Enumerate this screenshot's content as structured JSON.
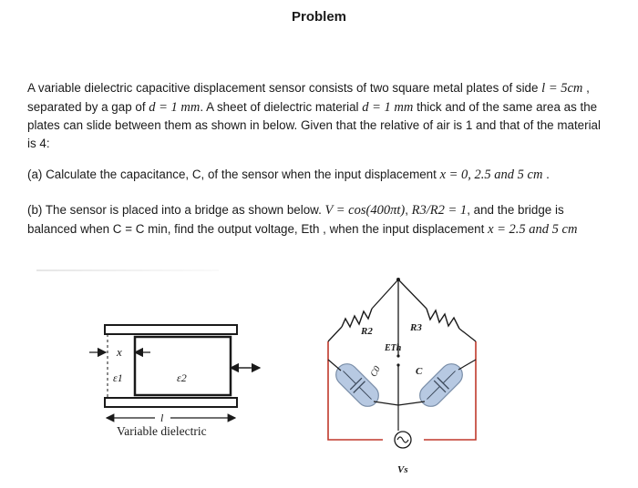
{
  "title": "Problem",
  "intro": {
    "t1": "A variable dielectric capacitive displacement sensor consists of two square metal plates of side ",
    "l_eq": "l = 5cm",
    "t2": " , separated by a gap of ",
    "d_eq1": "d = 1 mm",
    "t3": ". A sheet of dielectric material ",
    "d_eq2": "d = 1 mm",
    "t4": " thick and of the same area as the plates can slide between them as shown in below. Given that the relative of air is 1 and that of the material is 4:"
  },
  "part_a": {
    "t1": "(a) Calculate the capacitance, C, of the sensor when the input displacement ",
    "x_eq": "x = 0, 2.5 and 5 cm",
    "t2": " ."
  },
  "part_b": {
    "t1": "(b) The sensor is placed into a bridge as shown below. ",
    "v_eq": "V = cos(400πt)",
    "t2": ", ",
    "r_eq": "R3/R2 = 1",
    "t3": ", and the bridge is balanced when C = C min, find the output voltage, Eth , when the input displacement ",
    "x_eq": "x = 2.5 and 5 cm"
  },
  "sensor_figure": {
    "x_label": "x",
    "eps1_label": "ε1",
    "eps2_label": "ε2",
    "l_label": "l",
    "caption": "Variable dielectric"
  },
  "bridge_figure": {
    "r2_label": "R2",
    "r3_label": "R3",
    "eth_label": "ETh",
    "c0_label": "C0",
    "c_label": "C",
    "vs_label": "Vs"
  },
  "colors": {
    "text": "#1a1a1a",
    "wire": "#c0392b",
    "capacitor": "#b7c9e2",
    "dielectric": "#d9d9d9"
  }
}
